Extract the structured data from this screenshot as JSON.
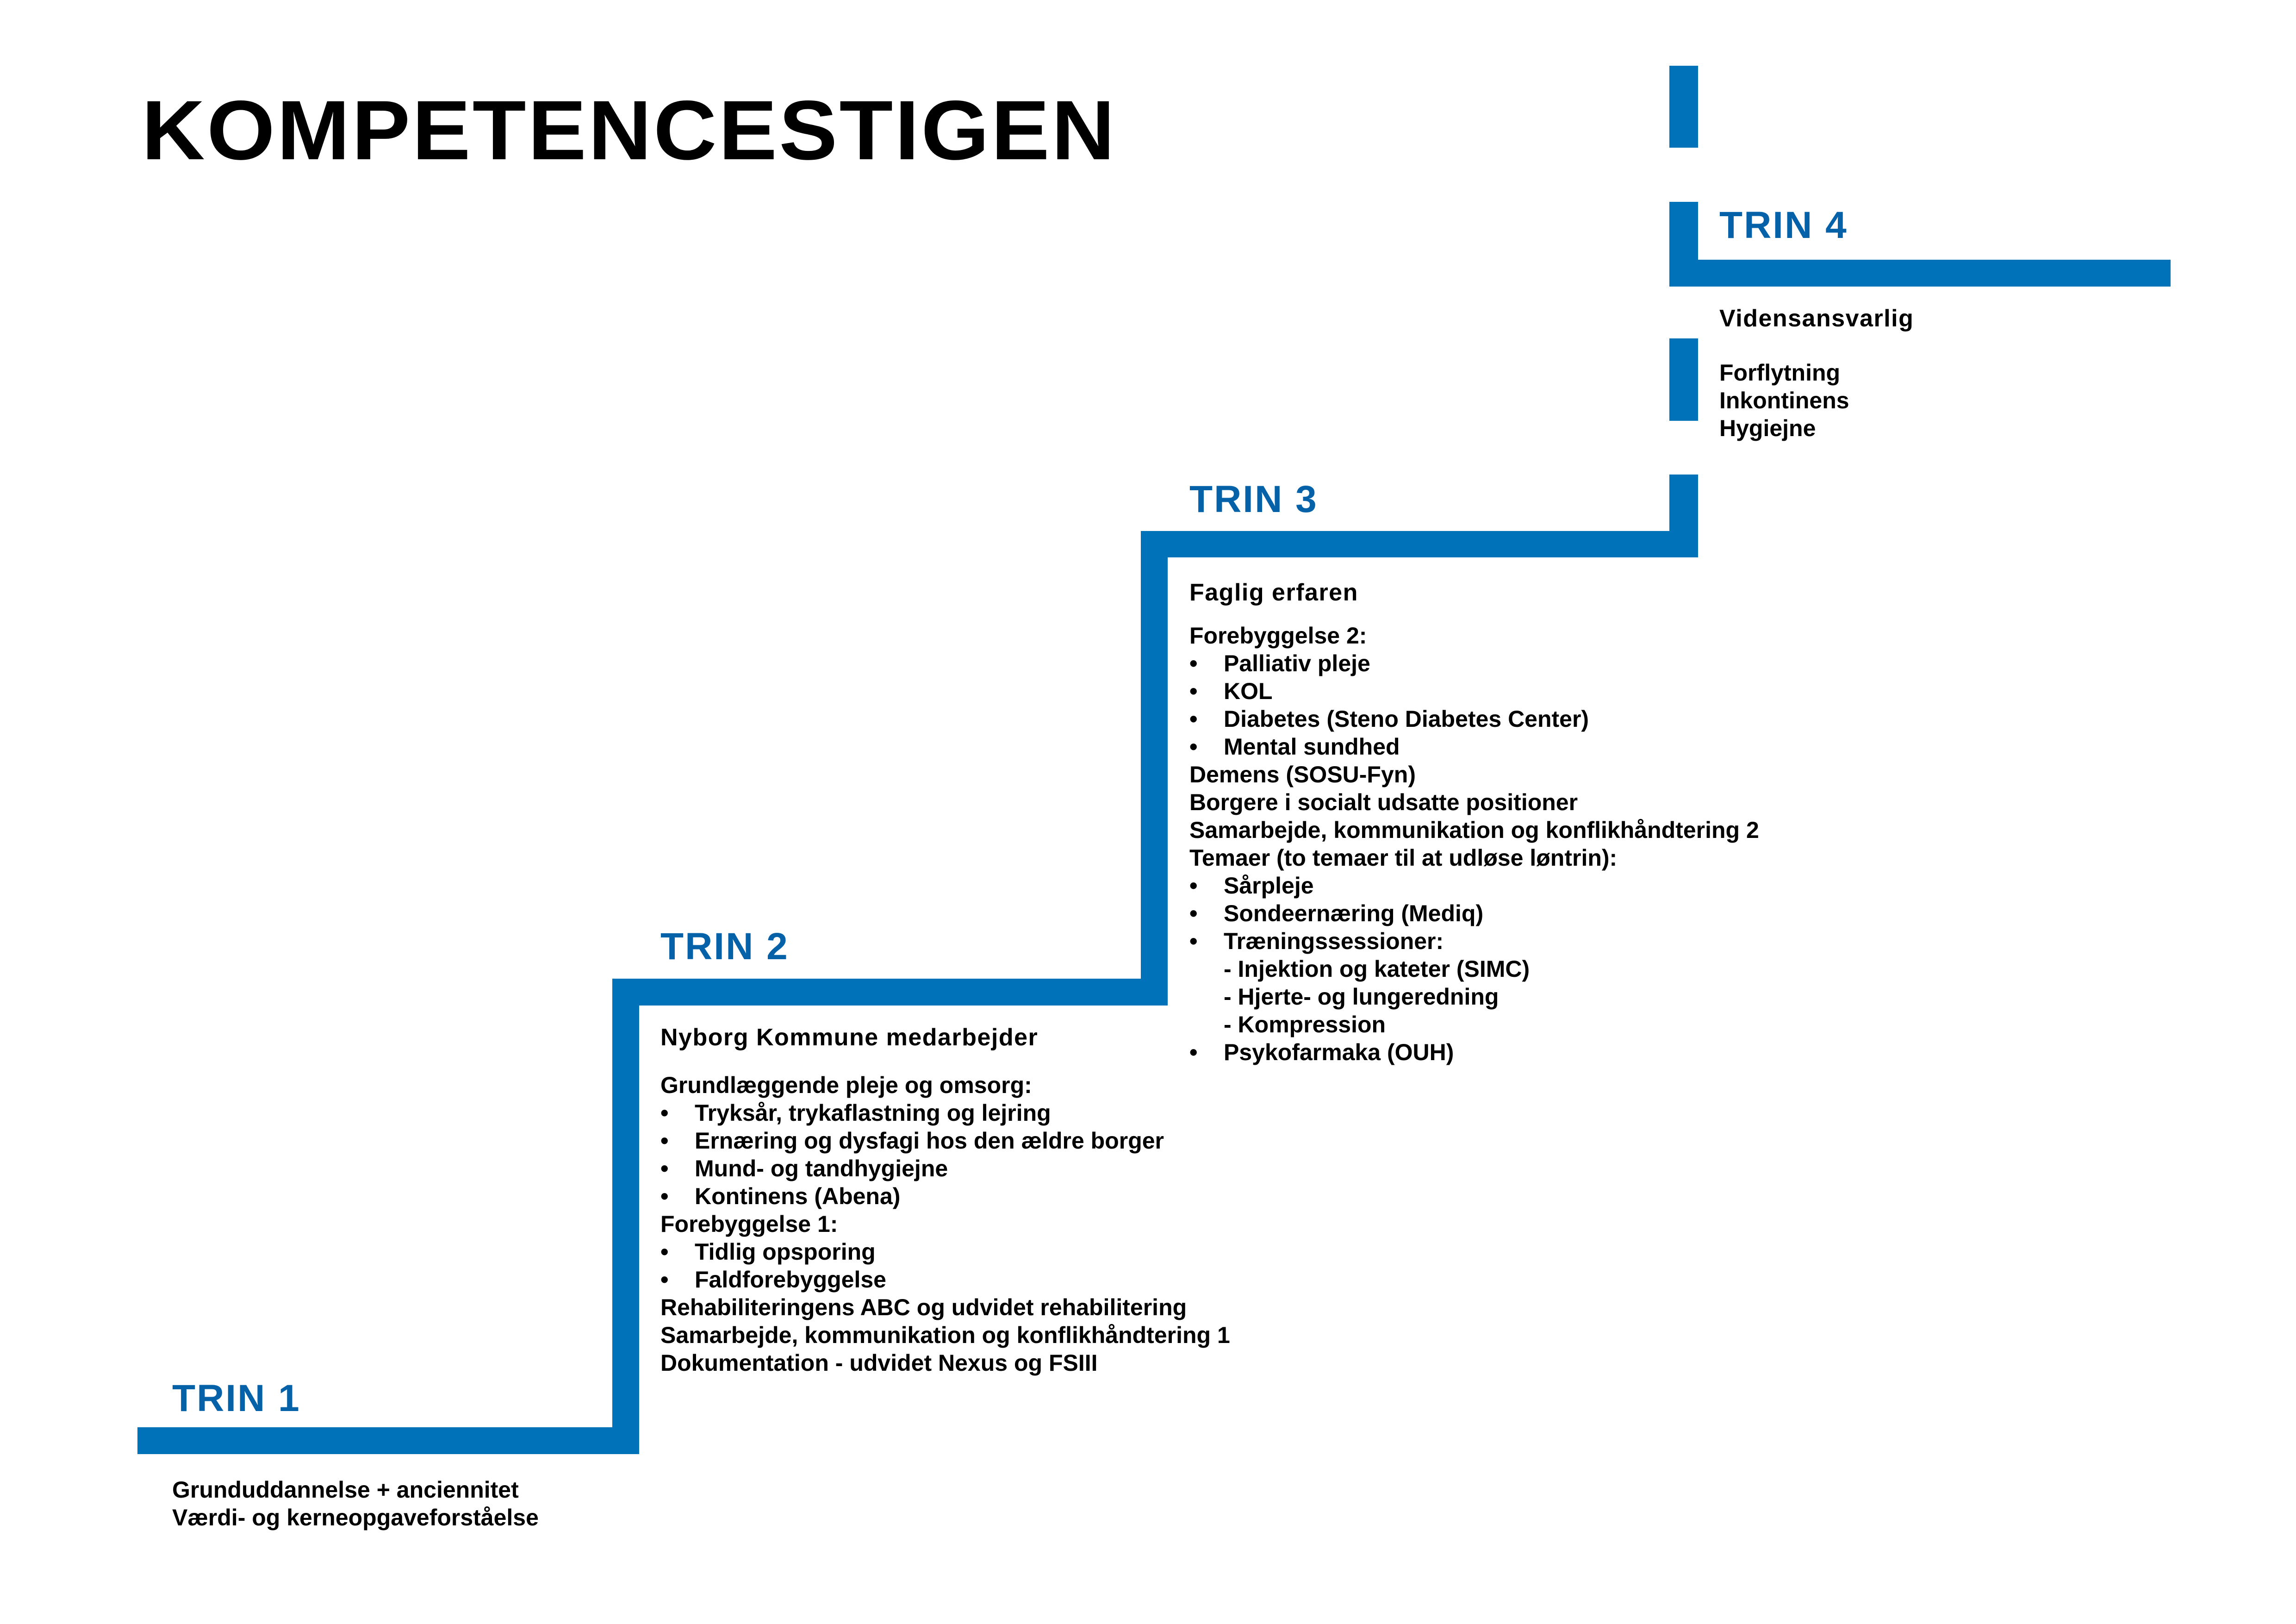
{
  "title": "KOMPETENCESTIGEN",
  "colors": {
    "bar": "#0072BA",
    "label": "#0562A8",
    "text": "#000000"
  },
  "steps": [
    {
      "label": "TRIN 1",
      "role": "",
      "lines": [
        {
          "type": "text",
          "text": "Grunduddannelse + anciennitet"
        },
        {
          "type": "text",
          "text": "Værdi- og kerneopgaveforståelse"
        }
      ]
    },
    {
      "label": "TRIN 2",
      "role": "Nyborg Kommune medarbejder",
      "lines": [
        {
          "type": "text",
          "text": "Grundlæggende pleje og omsorg:"
        },
        {
          "type": "bullet",
          "text": "Tryksår, trykaflastning og lejring"
        },
        {
          "type": "bullet",
          "text": "Ernæring og dysfagi hos den ældre borger"
        },
        {
          "type": "bullet",
          "text": "Mund- og tandhygiejne"
        },
        {
          "type": "bullet",
          "text": "Kontinens (Abena)"
        },
        {
          "type": "text",
          "text": "Forebyggelse 1:"
        },
        {
          "type": "bullet",
          "text": "Tidlig opsporing"
        },
        {
          "type": "bullet",
          "text": "Faldforebyggelse"
        },
        {
          "type": "text",
          "text": "Rehabiliteringens ABC og udvidet rehabilitering"
        },
        {
          "type": "text",
          "text": "Samarbejde, kommunikation og konflikhåndtering 1"
        },
        {
          "type": "text",
          "text": "Dokumentation - udvidet Nexus og FSIII"
        }
      ]
    },
    {
      "label": "TRIN 3",
      "role": "Faglig erfaren",
      "lines": [
        {
          "type": "text",
          "text": "Forebyggelse 2:"
        },
        {
          "type": "bullet",
          "text": "Palliativ pleje"
        },
        {
          "type": "bullet",
          "text": "KOL"
        },
        {
          "type": "bullet",
          "text": "Diabetes (Steno Diabetes Center)"
        },
        {
          "type": "bullet",
          "text": "Mental sundhed"
        },
        {
          "type": "text",
          "text": "Demens (SOSU-Fyn)"
        },
        {
          "type": "text",
          "text": "Borgere i socialt udsatte positioner"
        },
        {
          "type": "text",
          "text": "Samarbejde, kommunikation og konflikhåndtering 2"
        },
        {
          "type": "text",
          "text": "Temaer (to temaer til at udløse løntrin):"
        },
        {
          "type": "bullet",
          "text": "Sårpleje"
        },
        {
          "type": "bullet",
          "text": "Sondeernæring (Mediq)"
        },
        {
          "type": "bullet",
          "text": "Træningssessioner:"
        },
        {
          "type": "sub",
          "text": "- Injektion og kateter (SIMC)"
        },
        {
          "type": "sub",
          "text": "- Hjerte- og lungeredning"
        },
        {
          "type": "sub",
          "text": "- Kompression"
        },
        {
          "type": "bullet",
          "text": "Psykofarmaka (OUH)"
        }
      ]
    },
    {
      "label": "TRIN 4",
      "role": "Vidensansvarlig",
      "lines": [
        {
          "type": "text",
          "text": "Forflytning"
        },
        {
          "type": "text",
          "text": "Inkontinens"
        },
        {
          "type": "text",
          "text": "Hygiejne"
        }
      ]
    }
  ]
}
